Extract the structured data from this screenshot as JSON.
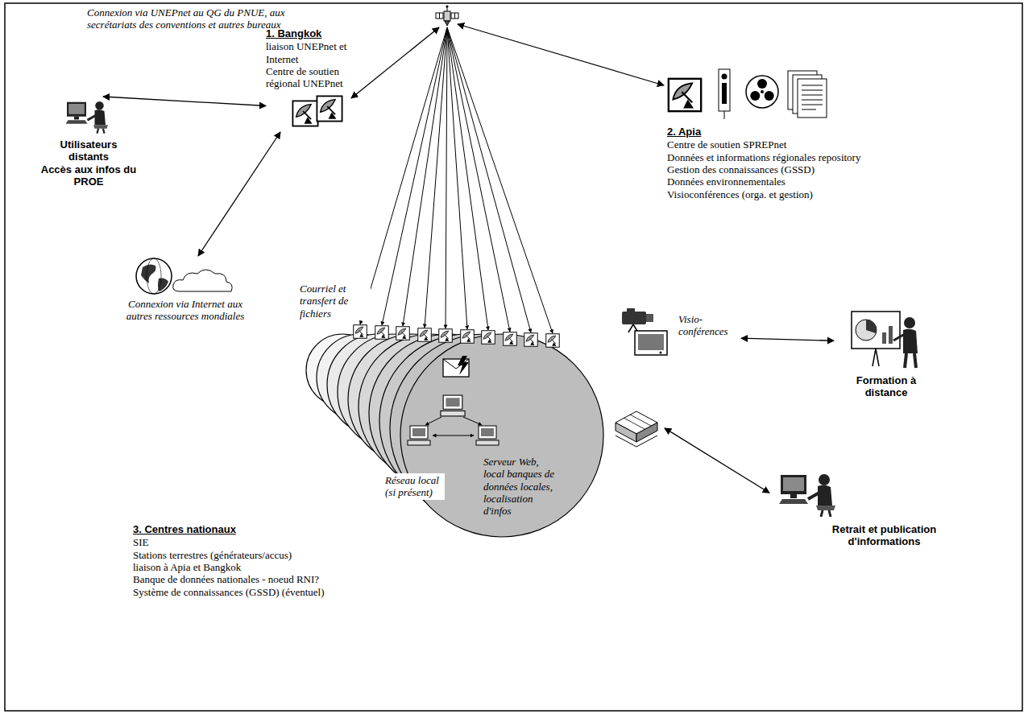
{
  "diagram": {
    "nodes": [
      {
        "text": [
          "1. Bangkok",
          "liaison UNEPnet et Internet",
          "Centre de soutien régional UNEPnet"
        ]
      },
      {
        "text": [
          "2. Apia",
          "Centre de soutien SPREPnet",
          "Données et informations régionales repository",
          "Gestion des connaissances (GSSD)",
          "Données environnementales",
          "Visioconférences (orga. et gestion)"
        ]
      },
      {
        "text": [
          "Utilisateurs distants",
          "Accès aux infos du PROE"
        ]
      },
      {
        "text": [
          "Connexion via Internet aux autres ressources mondiales"
        ]
      },
      {
        "text": [
          "3. Centres nationaux",
          "SIE",
          "Stations terrestres (générateurs/accus)",
          "liaison à Apia et Bangkok",
          "Banque de données nationales - noeud RNI?",
          "Système de connaissances (GSSD) (éventuel)"
        ]
      },
      {
        "text": [
          "Courriel et transfert de fichiers"
        ]
      },
      {
        "text": [
          "Réseau local (si présent)"
        ]
      },
      {
        "text": [
          "Visio-conférences"
        ]
      },
      {
        "text": [
          "Serveur Web, local banques de données locales, localisation d'infos"
        ]
      },
      {
        "text": [
          "Formation à distance"
        ]
      },
      {
        "text": [
          "Retrait et publication d'informations"
        ]
      }
    ],
    "edges": [
      {
        "from": 2,
        "to": 0,
        "arrow": "both"
      },
      {
        "from": 3,
        "to": 0,
        "arrow": "both"
      },
      {
        "from": 7,
        "to": 9,
        "arrow": "both"
      },
      {
        "from": 8,
        "to": 10,
        "arrow": "both"
      }
    ],
    "labels": [
      "Connexion via UNEPnet au QG du PNUE, aux secrétariats des conventions et autres bureaux"
    ]
  }
}
